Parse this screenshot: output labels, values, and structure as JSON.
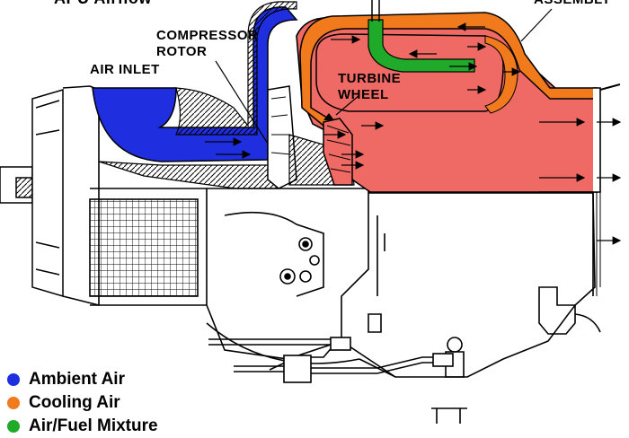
{
  "diagram": {
    "title_fragment": "APU Airflow",
    "labels": {
      "compressor_rotor_line1": "COMPRESSOR",
      "compressor_rotor_line2": "ROTOR",
      "air_inlet": "AIR INLET",
      "turbine_wheel_line1": "TURBINE",
      "turbine_wheel_line2": "WHEEL",
      "assembly": "ASSEMBLY"
    }
  },
  "legend": {
    "items": [
      {
        "label": "Ambient Air",
        "color": "#1f2fe0"
      },
      {
        "label": "Cooling Air",
        "color": "#f07a1c"
      },
      {
        "label": "Air/Fuel Mixture",
        "color": "#1faa2a"
      }
    ]
  },
  "colors": {
    "ambient": "#1f2fe0",
    "cooling": "#f07a1c",
    "mixture": "#1faa2a",
    "exhaust": "#ef6a64",
    "line": "#000000"
  }
}
